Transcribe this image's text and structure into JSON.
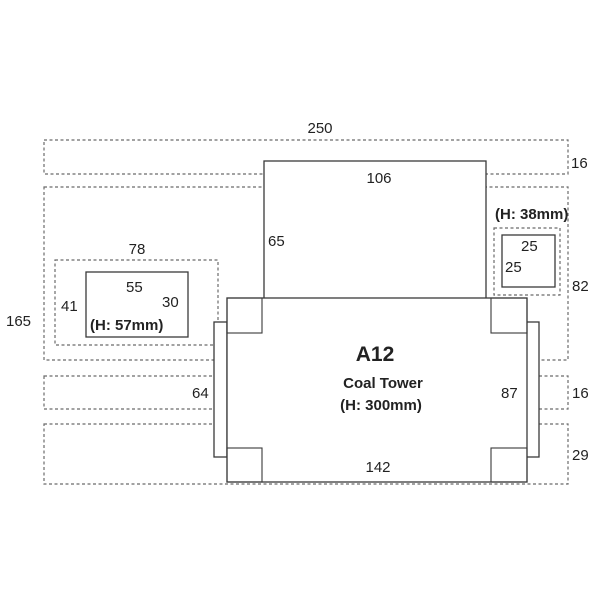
{
  "dimensions": {
    "overall_width": "250",
    "overall_height": "165",
    "top_strip_height": "16",
    "mid_strip_height": "16",
    "bottom_strip_height": "29",
    "right_zone_height": "82",
    "tower_top_width": "106",
    "tower_top_height": "65",
    "left_zone_width": "78",
    "left_zone_height": "41",
    "left_box_width": "55",
    "left_box_height": "30",
    "small_box_width": "25",
    "small_box_height": "25",
    "tower_base_width": "142",
    "tower_left_height": "64",
    "tower_right_height": "87"
  },
  "labels": {
    "left_box_height_note": "(H: 57mm)",
    "small_box_height_note": "(H: 38mm)",
    "tower_id": "A12",
    "tower_name": "Coal Tower",
    "tower_height_note": "(H: 300mm)"
  }
}
